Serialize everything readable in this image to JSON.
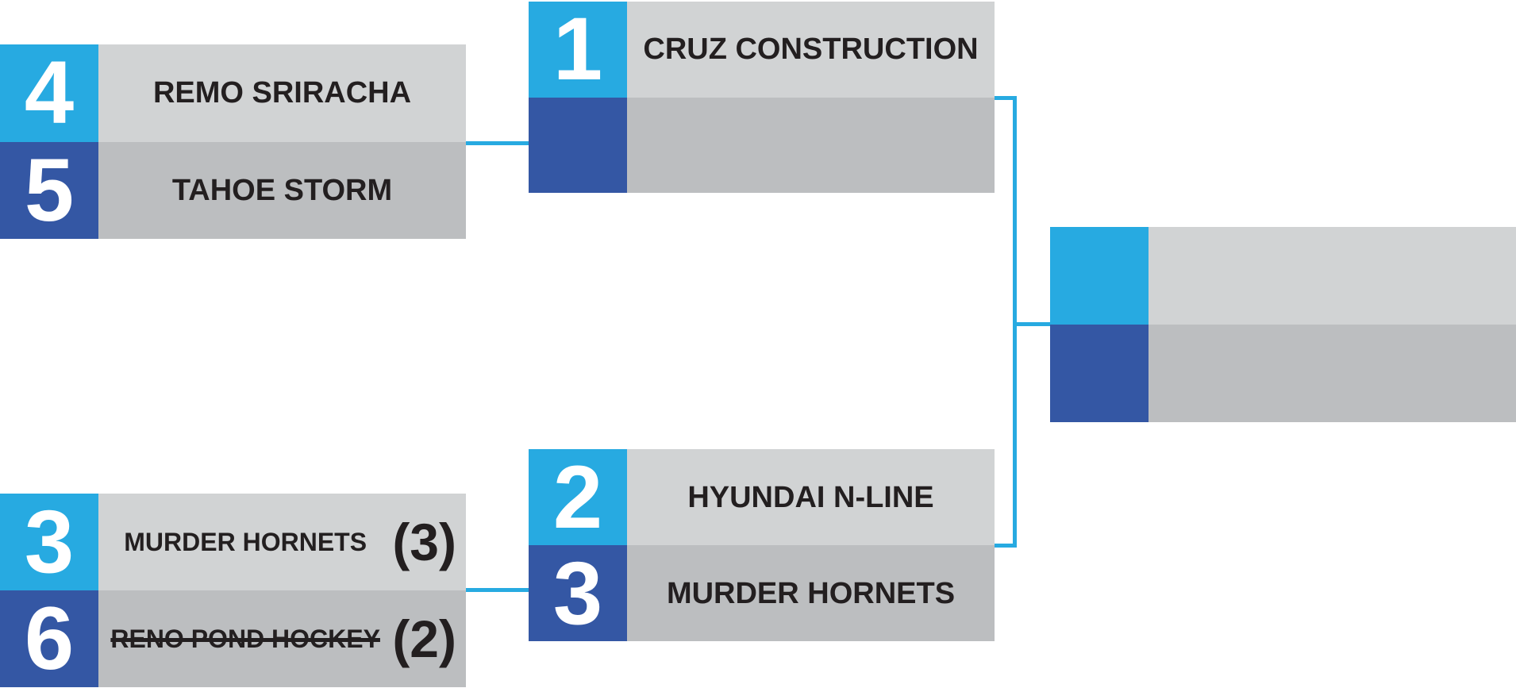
{
  "colors": {
    "cyan": "#27aae1",
    "blue": "#3457a4",
    "rowLight": "#d1d3d4",
    "rowDark": "#bcbec0",
    "textColor": "#231f20",
    "connector": "#27aae1"
  },
  "bracket": {
    "round1": [
      {
        "position": "top",
        "teams": [
          {
            "seed": "4",
            "name": "REMO SRIRACHA",
            "score": "",
            "eliminated": false
          },
          {
            "seed": "5",
            "name": "TAHOE STORM",
            "score": "",
            "eliminated": false
          }
        ]
      },
      {
        "position": "bottom",
        "teams": [
          {
            "seed": "3",
            "name": "MURDER HORNETS",
            "score": "(3)",
            "eliminated": false
          },
          {
            "seed": "6",
            "name": "RENO POND HOCKEY",
            "score": "(2)",
            "eliminated": true
          }
        ]
      }
    ],
    "semifinals": [
      {
        "position": "top",
        "teams": [
          {
            "seed": "1",
            "name": "CRUZ CONSTRUCTION",
            "score": "",
            "eliminated": false
          },
          {
            "seed": "",
            "name": "",
            "score": "",
            "eliminated": false
          }
        ]
      },
      {
        "position": "bottom",
        "teams": [
          {
            "seed": "2",
            "name": "HYUNDAI N-LINE",
            "score": "",
            "eliminated": false
          },
          {
            "seed": "3",
            "name": "MURDER HORNETS",
            "score": "",
            "eliminated": false
          }
        ]
      }
    ],
    "final": {
      "teams": [
        {
          "seed": "",
          "name": "",
          "score": "",
          "eliminated": false
        },
        {
          "seed": "",
          "name": "",
          "score": "",
          "eliminated": false
        }
      ]
    }
  }
}
